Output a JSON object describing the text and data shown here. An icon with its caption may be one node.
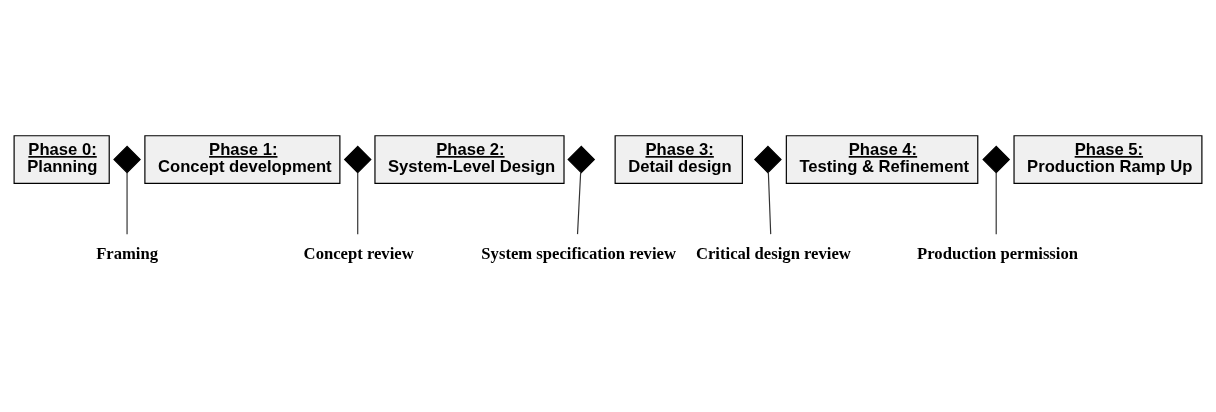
{
  "diagram": {
    "nodes": [
      {
        "text": [
          "Phase 0:",
          "Planning"
        ]
      },
      {
        "text": [],
        "shape": "diamond"
      },
      {
        "text": [
          "Phase 1:",
          "Concept development"
        ]
      },
      {
        "text": [],
        "shape": "diamond"
      },
      {
        "text": [
          "Phase 2:",
          "System-Level Design"
        ]
      },
      {
        "text": [],
        "shape": "diamond"
      },
      {
        "text": [
          "Phase 3:",
          "Detail design"
        ]
      },
      {
        "text": [],
        "shape": "diamond"
      },
      {
        "text": [
          "Phase 4:",
          "Testing & Refinement"
        ]
      },
      {
        "text": [],
        "shape": "diamond"
      },
      {
        "text": [
          "Phase 5:",
          "Production Ramp Up"
        ]
      },
      {
        "text": [
          "Framing"
        ]
      },
      {
        "text": [
          "Concept review"
        ]
      },
      {
        "text": [
          "System specification review"
        ]
      },
      {
        "text": [
          "Critical design review"
        ]
      },
      {
        "text": [
          "Production permission"
        ]
      }
    ],
    "edges": [
      {
        "from": 11,
        "to": 1,
        "arrow": "none"
      },
      {
        "from": 12,
        "to": 3,
        "arrow": "none"
      },
      {
        "from": 13,
        "to": 5,
        "arrow": "none"
      },
      {
        "from": 14,
        "to": 7,
        "arrow": "none"
      },
      {
        "from": 15,
        "to": 9,
        "arrow": "none"
      }
    ]
  }
}
